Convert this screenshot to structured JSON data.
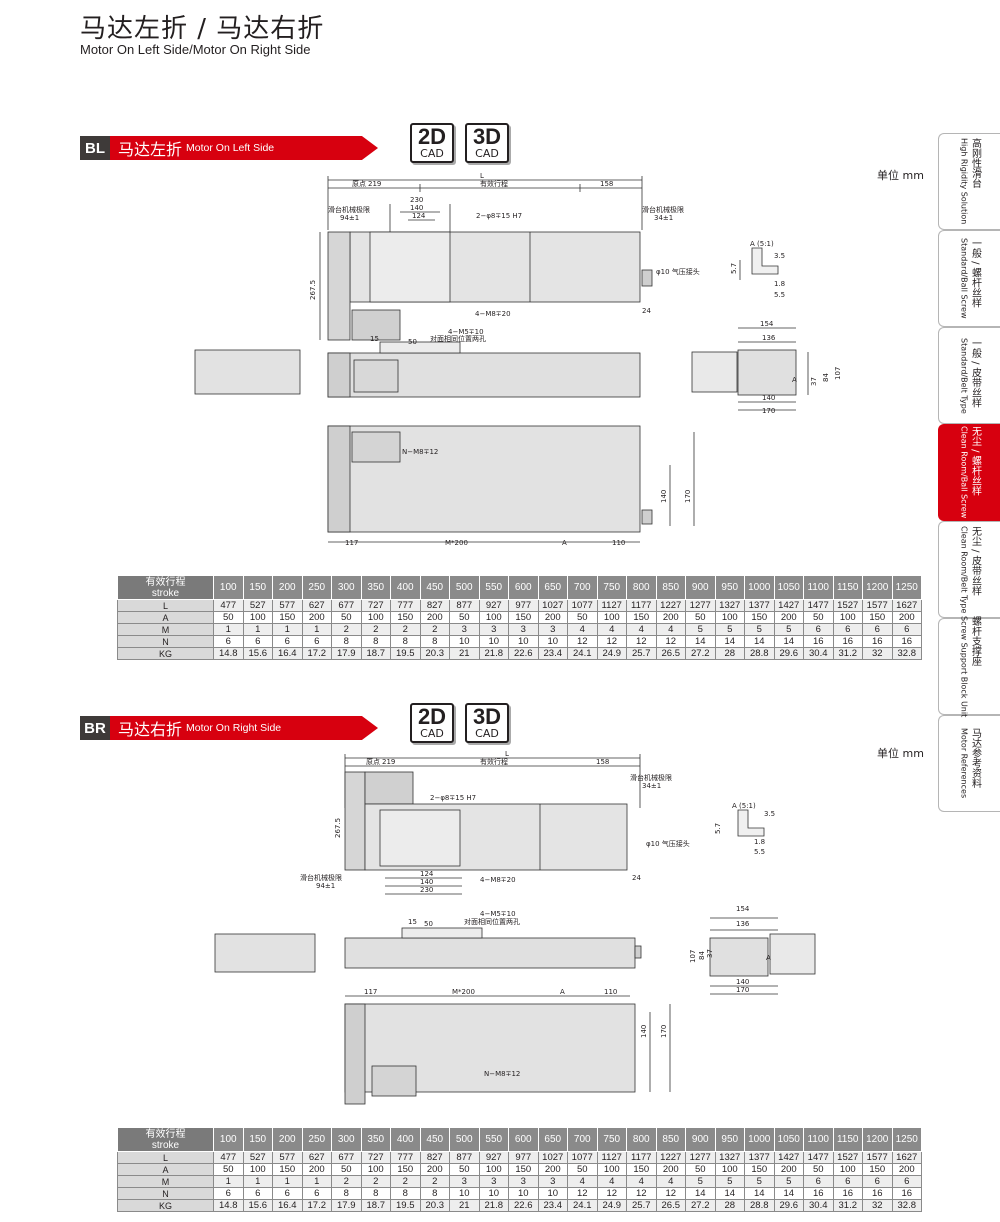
{
  "page": {
    "title_cn": "马达左折 / 马达右折",
    "title_en": "Motor On Left Side/Motor On Right Side"
  },
  "tabs": [
    {
      "cn": "高刚性滑台",
      "en": "High Rigidity Solution",
      "active": false
    },
    {
      "cn": "一般 / 螺杆丝样",
      "en": "Standard/Ball Screw",
      "active": false
    },
    {
      "cn": "一般 / 皮带丝样",
      "en": "Standard/Belt Type",
      "active": false
    },
    {
      "cn": "无尘 / 螺杆丝样",
      "en": "Clean Room/Ball Screw",
      "active": true
    },
    {
      "cn": "无尘 / 皮带丝样",
      "en": "Clean Room/Belt Type",
      "active": false
    },
    {
      "cn": "螺杆支撑座",
      "en": "Screw Support Block Unit",
      "active": false
    },
    {
      "cn": "马达参考资料",
      "en": "Motor References",
      "active": false
    }
  ],
  "cad": {
    "2d": "2D",
    "3d": "3D",
    "label": "CAD"
  },
  "sections": [
    {
      "code": "BL",
      "name_cn": "马达左折",
      "name_en": "Motor On Left Side",
      "unit": "单位 mm",
      "drawing": {
        "L": "L",
        "origin": "原点",
        "origin_val": "219",
        "stroke": "有效行程",
        "end_val": "158",
        "mech_limit": "滑台机械极限",
        "limit_left": "94±1",
        "limit_right": "34±1",
        "d230": "230",
        "d140": "140",
        "d124": "124",
        "pin": "2−φ8∓15  H7",
        "h267": "267.5",
        "tap20": "4−M8∓20",
        "air": "φ10 气压接头",
        "d24": "24",
        "tap10": "4−M5∓10",
        "opposite": "对面相同位置两孔",
        "d15": "15",
        "d50": "50",
        "d154": "154",
        "d136": "136",
        "d140b": "140",
        "d170": "170",
        "d107": "107",
        "d84": "84",
        "d37": "37",
        "detail": "A (5:1)",
        "d35": "3.5",
        "d57": "5.7",
        "d18": "1.8",
        "d55": "5.5",
        "A": "A",
        "nm": "N−M8∓12",
        "d117": "117",
        "m200": "M*200",
        "d110": "110",
        "d140c": "140",
        "d170c": "170"
      }
    },
    {
      "code": "BR",
      "name_cn": "马达右折",
      "name_en": "Motor On Right Side",
      "unit": "单位 mm",
      "drawing": {
        "L": "L",
        "origin": "原点",
        "origin_val": "219",
        "stroke": "有效行程",
        "end_val": "158",
        "mech_limit": "滑台机械极限",
        "limit_left": "94±1",
        "limit_right": "34±1",
        "d230": "230",
        "d140": "140",
        "d124": "124",
        "pin": "2−φ8∓15  H7",
        "h267": "267.5",
        "tap20": "4−M8∓20",
        "air": "φ10 气压接头",
        "d24": "24",
        "tap10": "4−M5∓10",
        "opposite": "对面相同位置两孔",
        "d15": "15",
        "d50": "50",
        "d154": "154",
        "d136": "136",
        "d140b": "140",
        "d170": "170",
        "d107": "107",
        "d84": "84",
        "d37": "37",
        "detail": "A (5:1)",
        "d35": "3.5",
        "d57": "5.7",
        "d18": "1.8",
        "d55": "5.5",
        "A": "A",
        "nm": "N−M8∓12",
        "d117": "117",
        "m200": "M*200",
        "d110": "110",
        "d140c": "140",
        "d170c": "170"
      }
    }
  ],
  "spec_table": {
    "header_cn": "有效行程",
    "header_en": "stroke",
    "strokes": [
      "100",
      "150",
      "200",
      "250",
      "300",
      "350",
      "400",
      "450",
      "500",
      "550",
      "600",
      "650",
      "700",
      "750",
      "800",
      "850",
      "900",
      "950",
      "1000",
      "1050",
      "1100",
      "1150",
      "1200",
      "1250"
    ],
    "rows": [
      {
        "label": "L",
        "values": [
          "477",
          "527",
          "577",
          "627",
          "677",
          "727",
          "777",
          "827",
          "877",
          "927",
          "977",
          "1027",
          "1077",
          "1127",
          "1177",
          "1227",
          "1277",
          "1327",
          "1377",
          "1427",
          "1477",
          "1527",
          "1577",
          "1627"
        ]
      },
      {
        "label": "A",
        "values": [
          "50",
          "100",
          "150",
          "200",
          "50",
          "100",
          "150",
          "200",
          "50",
          "100",
          "150",
          "200",
          "50",
          "100",
          "150",
          "200",
          "50",
          "100",
          "150",
          "200",
          "50",
          "100",
          "150",
          "200"
        ]
      },
      {
        "label": "M",
        "values": [
          "1",
          "1",
          "1",
          "1",
          "2",
          "2",
          "2",
          "2",
          "3",
          "3",
          "3",
          "3",
          "4",
          "4",
          "4",
          "4",
          "5",
          "5",
          "5",
          "5",
          "6",
          "6",
          "6",
          "6"
        ]
      },
      {
        "label": "N",
        "values": [
          "6",
          "6",
          "6",
          "6",
          "8",
          "8",
          "8",
          "8",
          "10",
          "10",
          "10",
          "10",
          "12",
          "12",
          "12",
          "12",
          "14",
          "14",
          "14",
          "14",
          "16",
          "16",
          "16",
          "16"
        ]
      },
      {
        "label": "KG",
        "values": [
          "14.8",
          "15.6",
          "16.4",
          "17.2",
          "17.9",
          "18.7",
          "19.5",
          "20.3",
          "21",
          "21.8",
          "22.6",
          "23.4",
          "24.1",
          "24.9",
          "25.7",
          "26.5",
          "27.2",
          "28",
          "28.8",
          "29.6",
          "30.4",
          "31.2",
          "32",
          "32.8"
        ]
      }
    ]
  }
}
